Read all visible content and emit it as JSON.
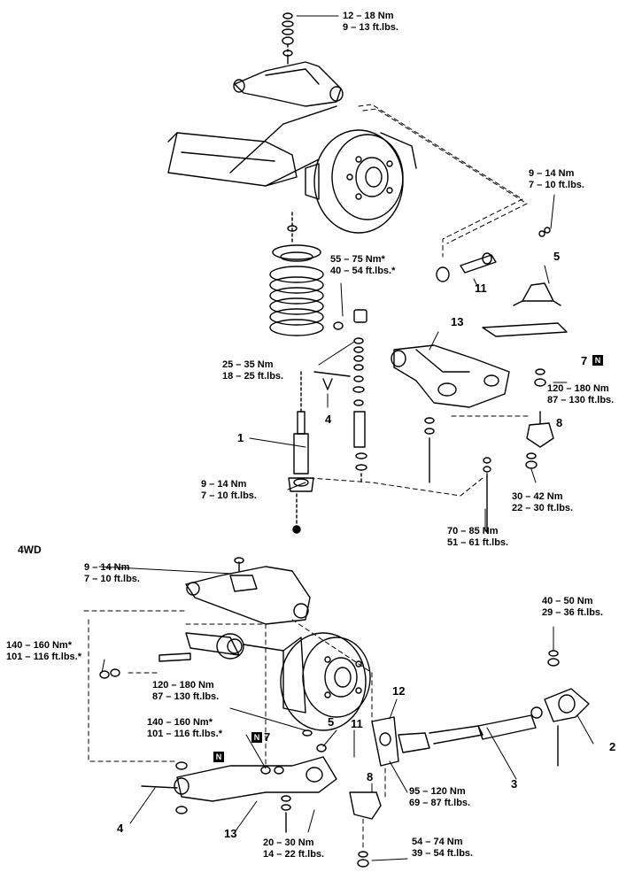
{
  "section_label": "4WD",
  "new_part_mark": "N",
  "torque_specs": {
    "upper_nut": {
      "nm": "12 – 18 Nm",
      "ftlbs": "9 – 13 ft.lbs."
    },
    "tie_rod_top": {
      "nm": "9 – 14 Nm",
      "ftlbs": "7 – 10 ft.lbs."
    },
    "bushing_bolt": {
      "nm": "55 – 75 Nm*",
      "ftlbs": "40 – 54 ft.lbs.*"
    },
    "spring_link": {
      "nm": "25 – 35 Nm",
      "ftlbs": "18 – 25 ft.lbs."
    },
    "ball_joint_top": {
      "nm": "120 – 180 Nm",
      "ftlbs": "87 – 130 ft.lbs."
    },
    "ball_joint_bottom": {
      "nm": "30 – 42 Nm",
      "ftlbs": "22 – 30 ft.lbs."
    },
    "shock_lower": {
      "nm": "9 – 14 Nm",
      "ftlbs": "7 – 10 ft.lbs."
    },
    "arm_pivot": {
      "nm": "70 – 85 Nm",
      "ftlbs": "51 – 61 ft.lbs."
    },
    "wd_upper_arm": {
      "nm": "9 – 14 Nm",
      "ftlbs": "7 – 10 ft.lbs."
    },
    "wd_shaft_mount": {
      "nm": "40 – 50 Nm",
      "ftlbs": "29 – 36 ft.lbs."
    },
    "wd_lower_pivot": {
      "nm": "140 – 160 Nm*",
      "ftlbs": "101 – 116 ft.lbs.*"
    },
    "wd_upper_ball": {
      "nm": "120 – 180 Nm",
      "ftlbs": "87 – 130 ft.lbs."
    },
    "wd_lower_pivot_2": {
      "nm": "140 – 160 Nm*",
      "ftlbs": "101 – 116 ft.lbs.*"
    },
    "wd_strut_bolt": {
      "nm": "95 – 120 Nm",
      "ftlbs": "69 – 87 ft.lbs."
    },
    "wd_small_bolt": {
      "nm": "20 – 30 Nm",
      "ftlbs": "14 – 22 ft.lbs."
    },
    "wd_ball_joint": {
      "nm": "54 – 74 Nm",
      "ftlbs": "39 – 54 ft.lbs."
    }
  },
  "callouts": {
    "top": [
      "1",
      "4",
      "5",
      "7",
      "8",
      "11",
      "13"
    ],
    "bottom": [
      "2",
      "3",
      "4",
      "5",
      "7",
      "8",
      "11",
      "12",
      "13"
    ]
  }
}
